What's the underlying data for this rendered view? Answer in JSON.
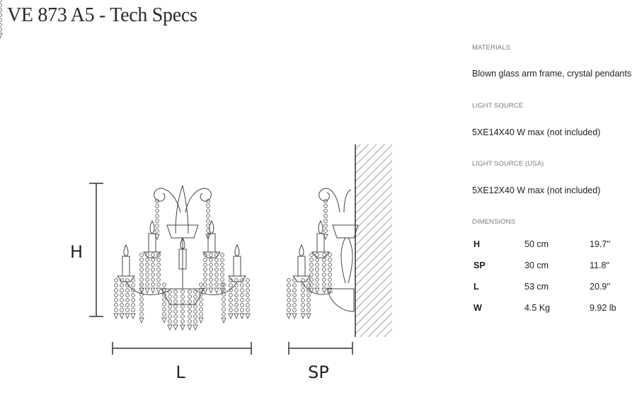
{
  "title": "VE 873 A5 - Tech Specs",
  "drawing": {
    "h_label": "H",
    "l_label": "L",
    "sp_label": "SP"
  },
  "specs": {
    "materials": {
      "label": "MATERIALS",
      "value": "Blown glass arm frame, crystal pendants"
    },
    "light_source": {
      "label": "LIGHT SOURCE",
      "value": "5XE14X40 W max (not included)"
    },
    "light_source_usa": {
      "label": "LIGHT SOURCE (USA)",
      "value": "5XE12X40 W max (not included)"
    },
    "dimensions": {
      "label": "DIMENSIONS",
      "rows": [
        {
          "key": "H",
          "metric": "50 cm",
          "imperial": "19.7''"
        },
        {
          "key": "SP",
          "metric": "30 cm",
          "imperial": "11.8''"
        },
        {
          "key": "L",
          "metric": "53 cm",
          "imperial": "20.9''"
        },
        {
          "key": "W",
          "metric": "4.5 Kg",
          "imperial": "9.92 lb"
        }
      ]
    }
  }
}
